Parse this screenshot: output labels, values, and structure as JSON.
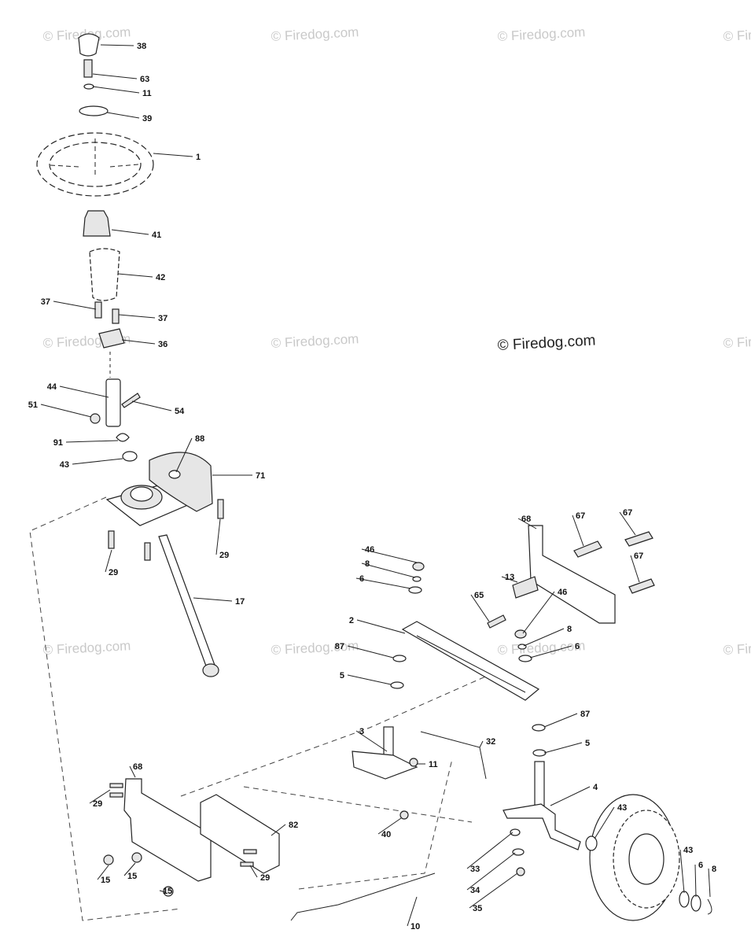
{
  "diagram": {
    "watermark_text": "© Firedog.com",
    "center_watermark_text": "© Firedog.com",
    "callouts": [
      "38",
      "63",
      "11",
      "39",
      "1",
      "41",
      "42",
      "37",
      "37",
      "36",
      "44",
      "51",
      "54",
      "91",
      "88",
      "43",
      "71",
      "29",
      "29",
      "17",
      "68",
      "67",
      "67",
      "67",
      "46",
      "8",
      "6",
      "13",
      "65",
      "2",
      "46",
      "8",
      "6",
      "87",
      "5",
      "87",
      "5",
      "3",
      "32",
      "11",
      "4",
      "40",
      "43",
      "68",
      "29",
      "82",
      "15",
      "15",
      "15",
      "29",
      "33",
      "34",
      "35",
      "10",
      "43",
      "6",
      "8"
    ]
  }
}
